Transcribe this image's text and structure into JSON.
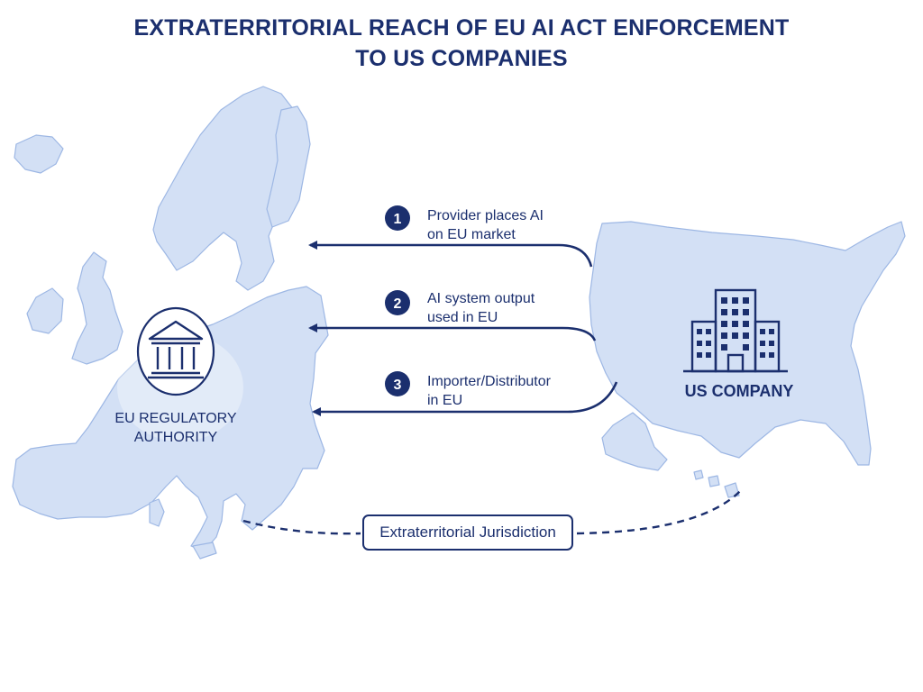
{
  "title": {
    "line1": "EXTRATERRITORIAL REACH OF EU AI ACT ENFORCEMENT",
    "line2": "TO US COMPANIES"
  },
  "eu_authority": {
    "line1": "EU REGULATORY",
    "line2": "AUTHORITY",
    "icon": "government-building-icon"
  },
  "us_company": {
    "label": "US COMPANY",
    "icon": "office-building-icon"
  },
  "steps": [
    {
      "number": "1",
      "line1": "Provider places AI",
      "line2": "on EU market"
    },
    {
      "number": "2",
      "line1": "AI system output",
      "line2": "used in EU"
    },
    {
      "number": "3",
      "line1": "Importer/Distributor",
      "line2": "in EU"
    }
  ],
  "jurisdiction": {
    "label": "Extraterritorial Jurisdiction"
  },
  "colors": {
    "primary": "#1b2f6e",
    "land_fill": "#d3e0f5",
    "land_stroke": "#9db7e4",
    "background": "#ffffff"
  }
}
